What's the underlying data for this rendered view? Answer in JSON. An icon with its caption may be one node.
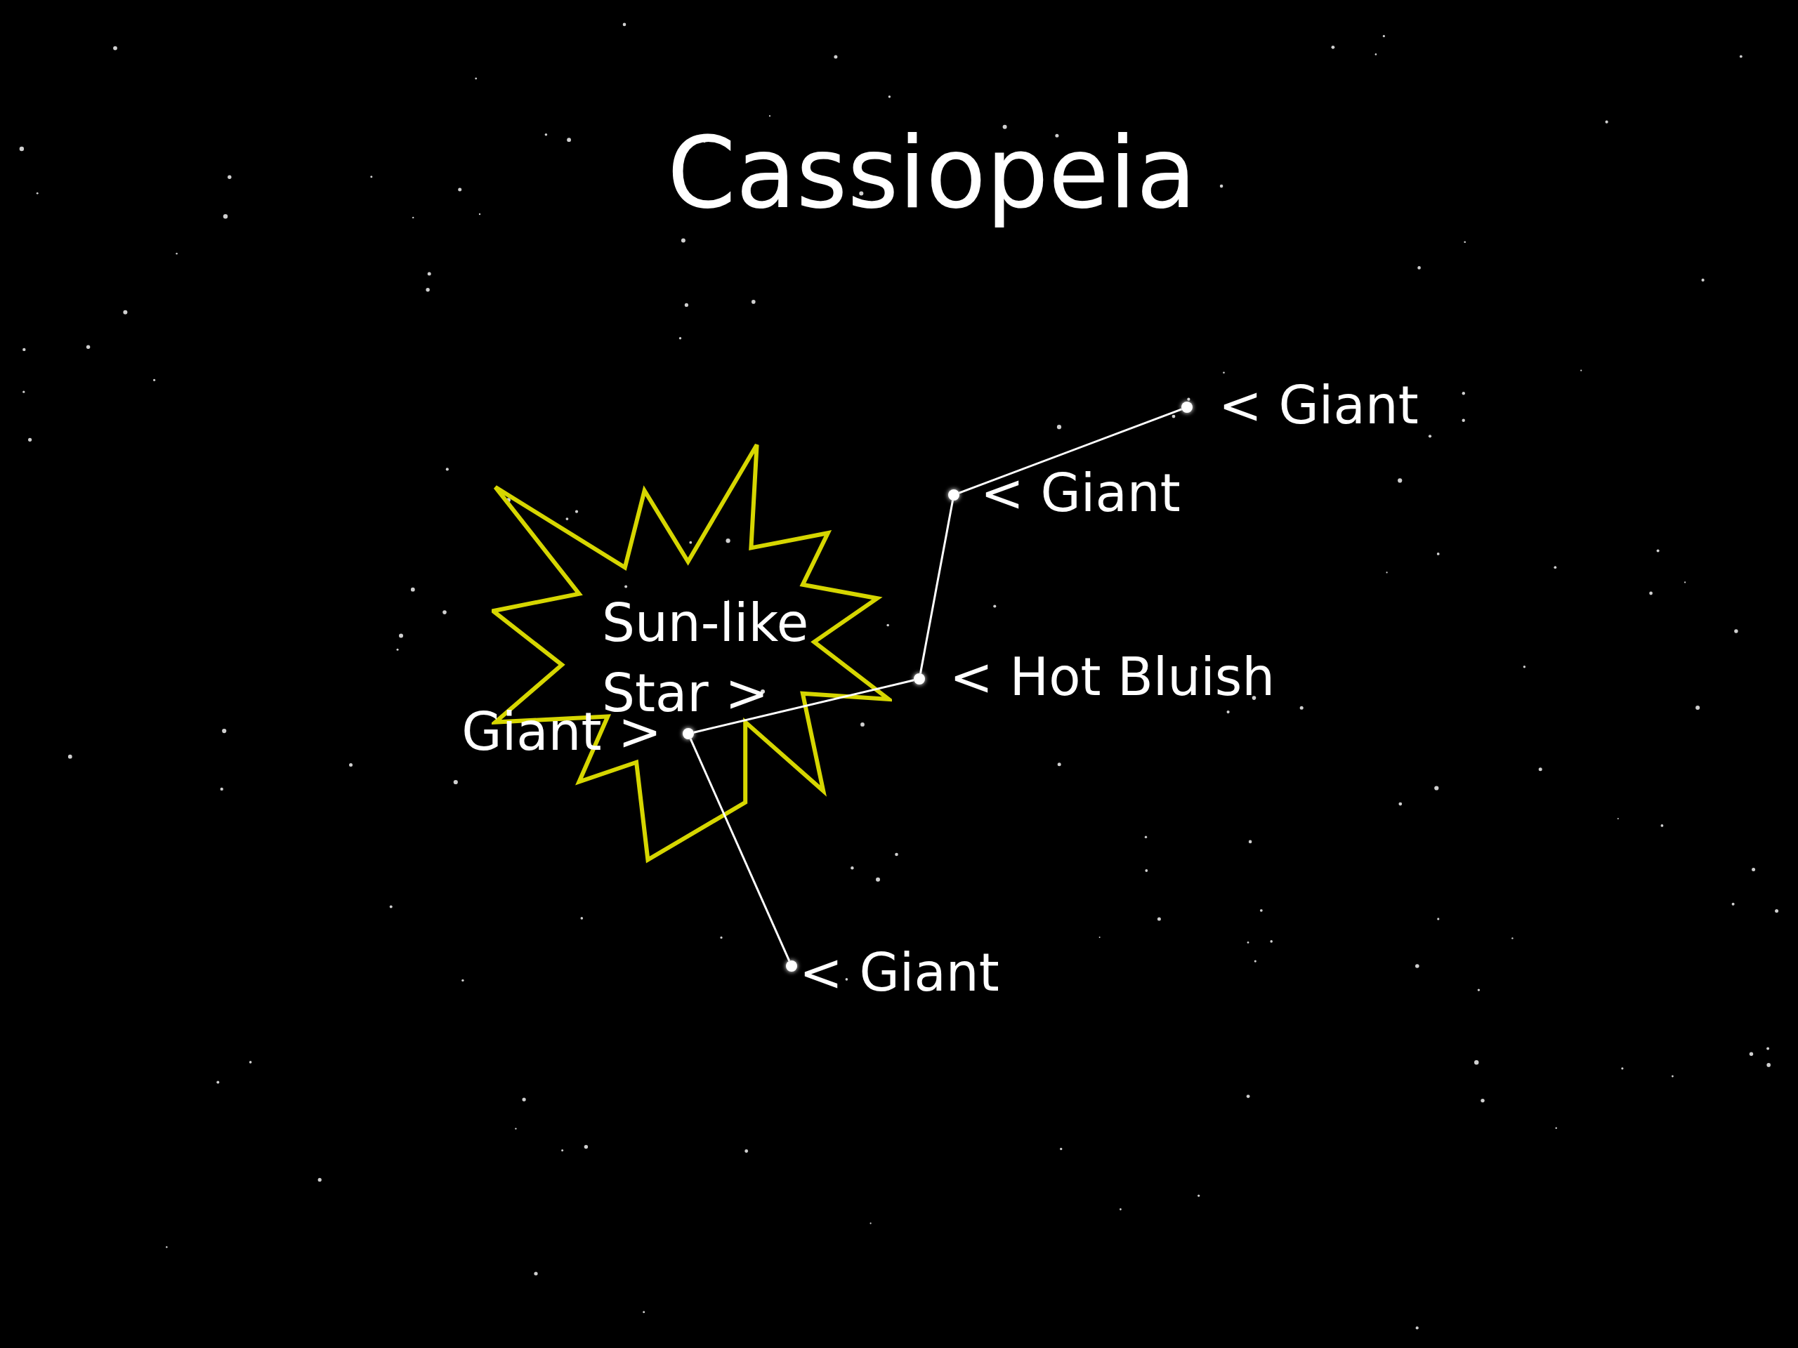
{
  "diagram": {
    "title": "Cassiopeia",
    "nodes": [
      {
        "text": [],
        "shape": "circle",
        "beside": [
          "< Giant"
        ]
      },
      {
        "text": [],
        "shape": "circle",
        "beside": [
          "< Giant"
        ]
      },
      {
        "text": [
          "Sun-like Star >"
        ]
      },
      {
        "text": [],
        "shape": "circle",
        "beside": [
          "< Hot Bluish"
        ]
      },
      {
        "text": [],
        "shape": "circle",
        "beside": [
          "Giant >"
        ],
        "in": 2
      },
      {
        "text": [],
        "shape": "circle",
        "beside": [
          "< Giant"
        ]
      }
    ],
    "edges": [
      {
        "from": 0,
        "to": 1,
        "arrow": "none"
      },
      {
        "from": 1,
        "to": 3,
        "arrow": "none"
      },
      {
        "from": 3,
        "to": 4,
        "arrow": "none"
      },
      {
        "from": 4,
        "to": 5,
        "arrow": "none"
      }
    ]
  }
}
